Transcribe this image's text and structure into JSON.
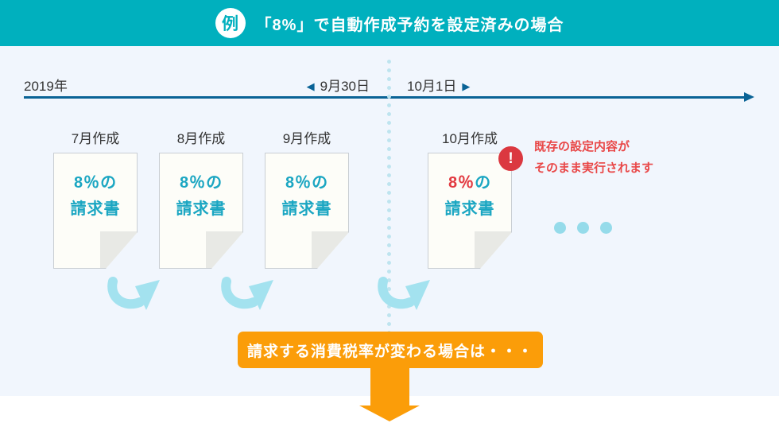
{
  "header": {
    "badge_label": "例",
    "title": "「8%」で自動作成予約を設定済みの場合"
  },
  "timeline": {
    "year_label": "2019年",
    "before_date": "9月30日",
    "after_date": "10月1日",
    "before_arrow_icon": "◀",
    "after_arrow_icon": "▶"
  },
  "cards": [
    {
      "label": "7月作成",
      "tax": "8％",
      "particle": "の",
      "doc": "請求書"
    },
    {
      "label": "8月作成",
      "tax": "8％",
      "particle": "の",
      "doc": "請求書"
    },
    {
      "label": "9月作成",
      "tax": "8％",
      "particle": "の",
      "doc": "請求書"
    },
    {
      "label": "10月作成",
      "tax": "8％",
      "particle": "の",
      "doc": "請求書"
    }
  ],
  "warning": {
    "icon": "!",
    "line1": "既存の設定内容が",
    "line2": "そのまま実行されます"
  },
  "banner": {
    "text": "請求する消費税率が変わる場合は・・・"
  },
  "colors": {
    "teal": "#00B0BE",
    "panel_bg": "#F1F6FD",
    "timeline_blue": "#0A6396",
    "invoice_teal": "#1BA6C2",
    "alert_red": "#E23A41",
    "light_blue": "#A3E2EF",
    "orange": "#FB9D09"
  }
}
